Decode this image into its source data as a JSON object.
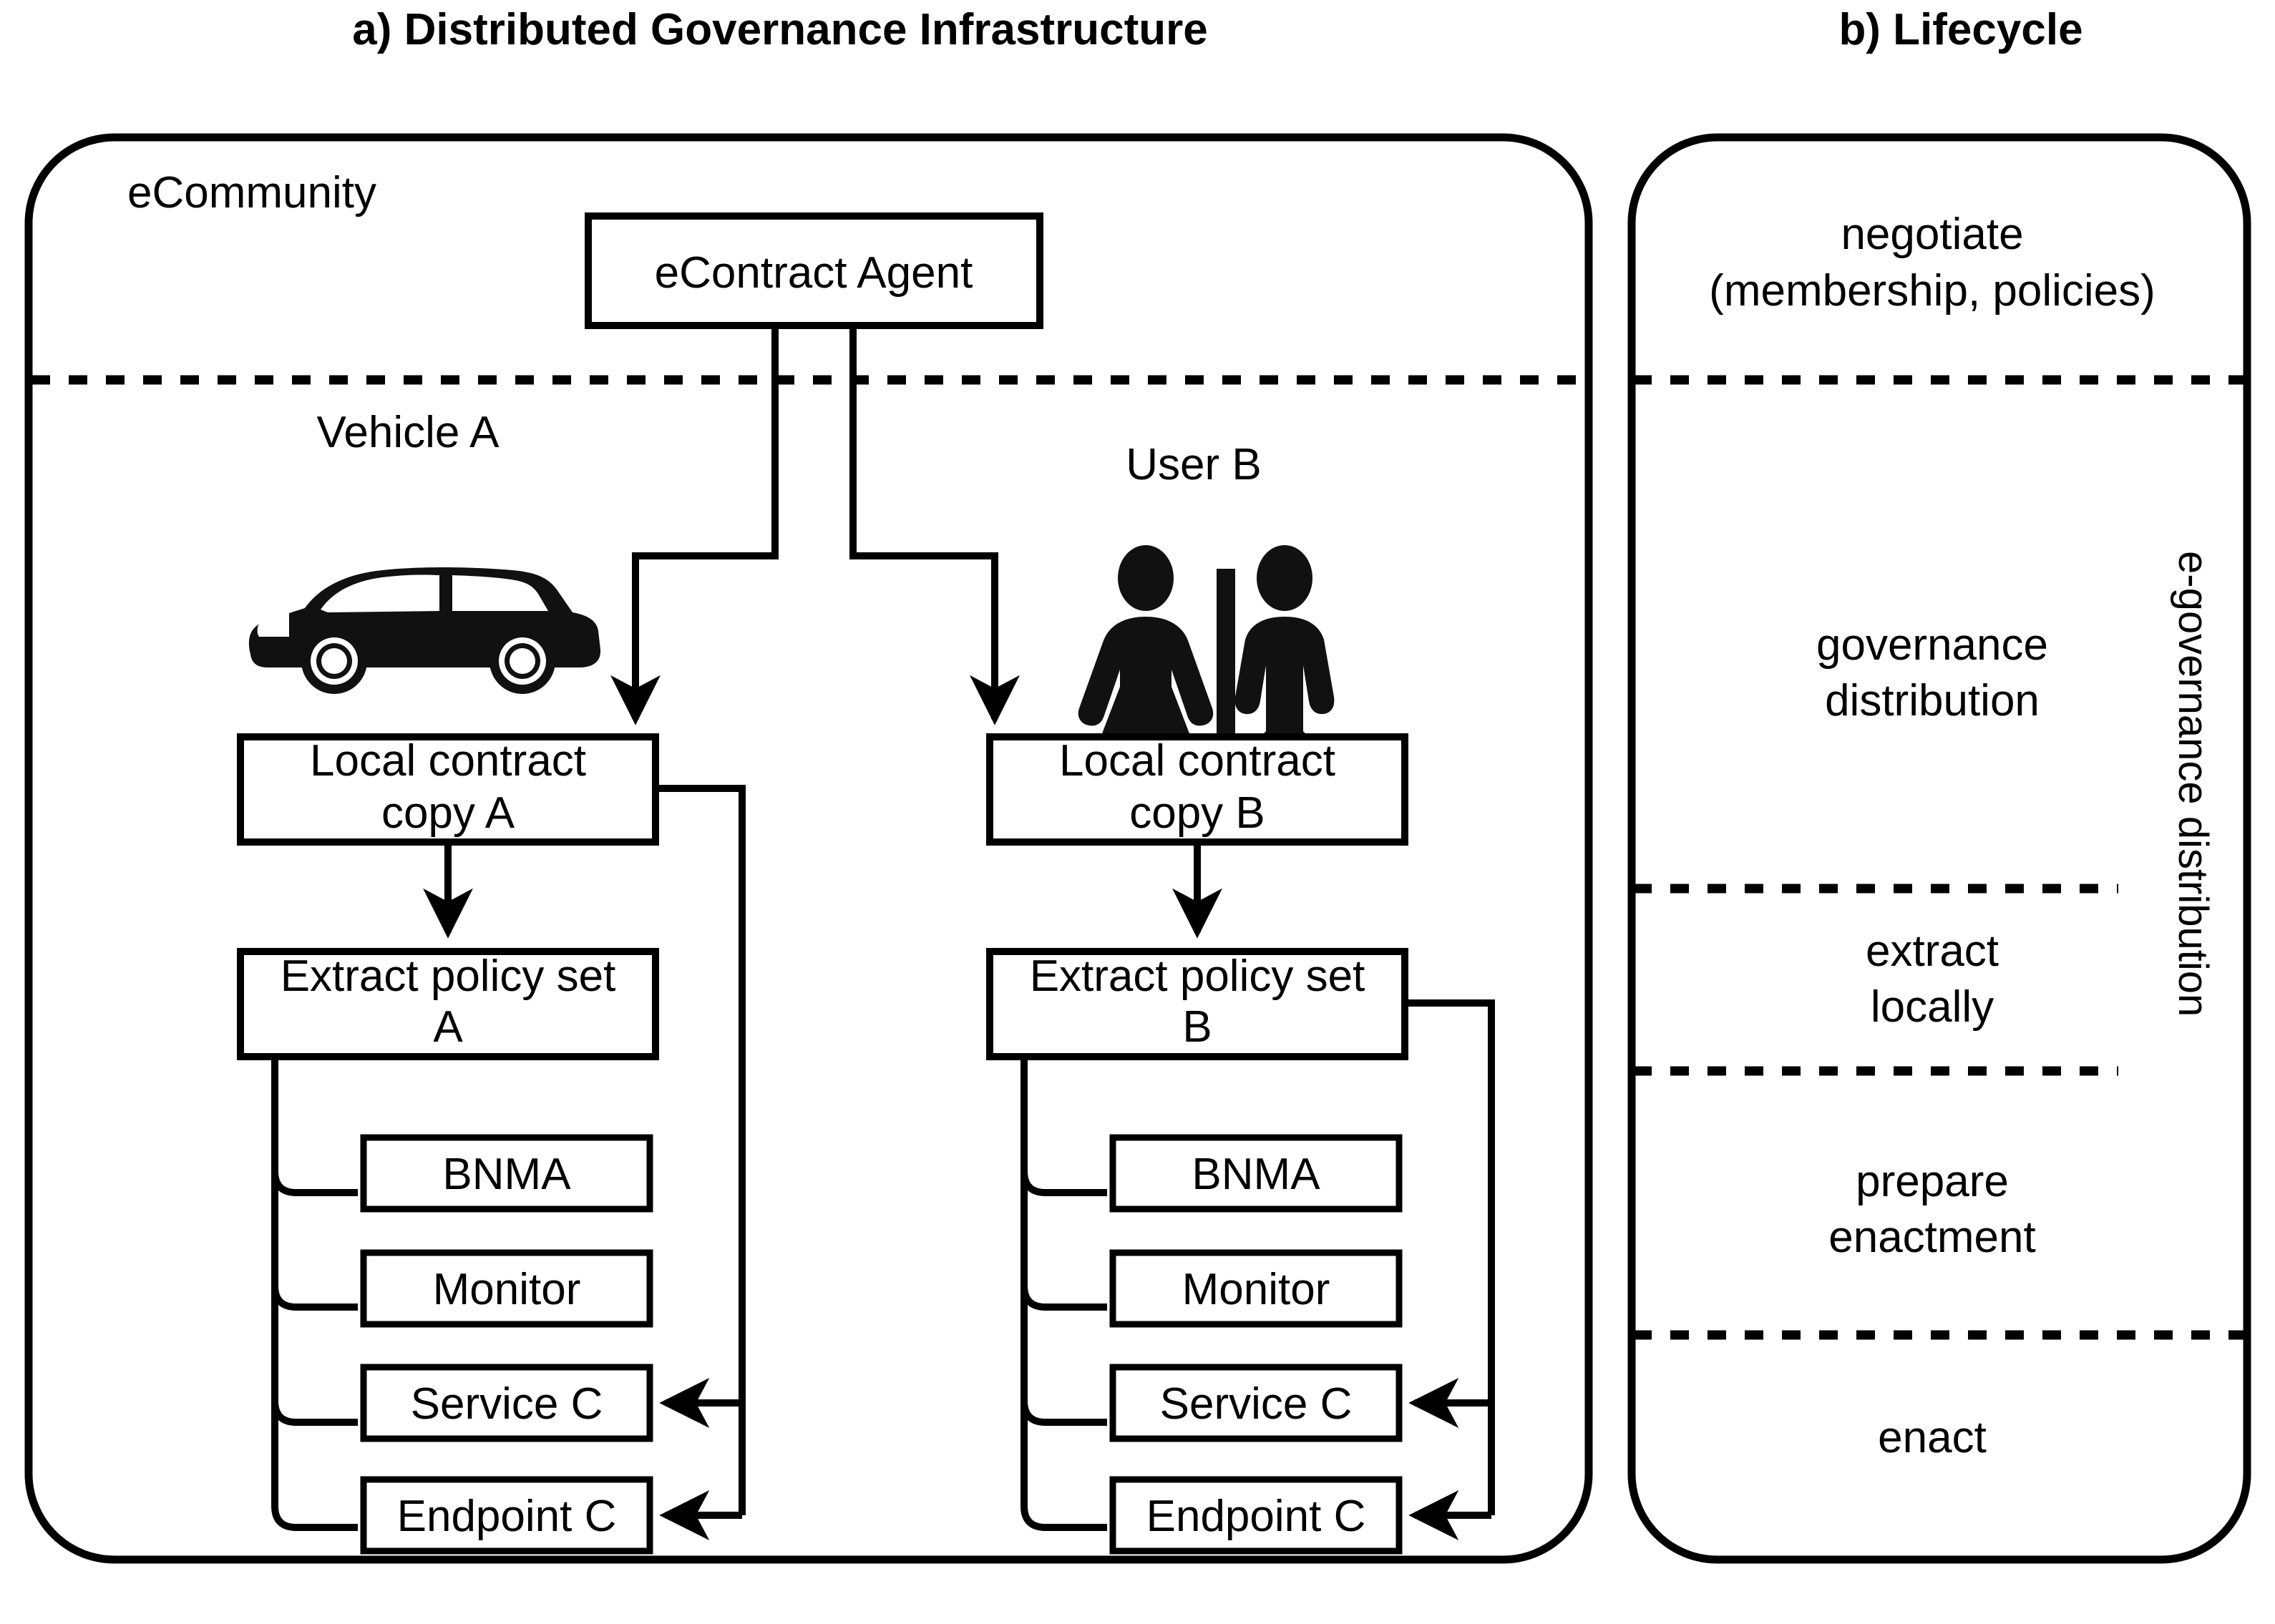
{
  "panels": {
    "left": {
      "title": "a) Distributed Governance Infrastructure",
      "container_label": "eCommunity",
      "agent_box": "eContract Agent",
      "columns": [
        {
          "actor_label": "Vehicle A",
          "actor_icon": "car-icon",
          "boxes": [
            "Local contract\ncopy A",
            "Extract policy set\nA"
          ],
          "box_lines": {
            "contract_l1": "Local contract",
            "contract_l2": "copy A",
            "extract_l1": "Extract policy set",
            "extract_l2": "A"
          },
          "components": [
            "BNMA",
            "Monitor",
            "Service C",
            "Endpoint C"
          ]
        },
        {
          "actor_label": "User B",
          "actor_icon": "people-icon",
          "boxes": [
            "Local contract\ncopy B",
            "Extract policy set\nB"
          ],
          "box_lines": {
            "contract_l1": "Local contract",
            "contract_l2": "copy B",
            "extract_l1": "Extract policy set",
            "extract_l2": "B"
          },
          "components": [
            "BNMA",
            "Monitor",
            "Service C",
            "Endpoint C"
          ]
        }
      ]
    },
    "right": {
      "title": "b) Lifecycle",
      "side_label": "e-governance distribution",
      "stages": [
        {
          "lines": [
            "negotiate",
            "(membership, policies)"
          ]
        },
        {
          "lines": [
            "governance",
            "distribution"
          ]
        },
        {
          "lines": [
            "extract",
            "locally"
          ]
        },
        {
          "lines": [
            "prepare",
            "enactment"
          ]
        },
        {
          "lines": [
            "enact"
          ]
        }
      ]
    }
  },
  "colors": {
    "stroke": "#000000",
    "background": "#ffffff",
    "text": "#000000"
  }
}
